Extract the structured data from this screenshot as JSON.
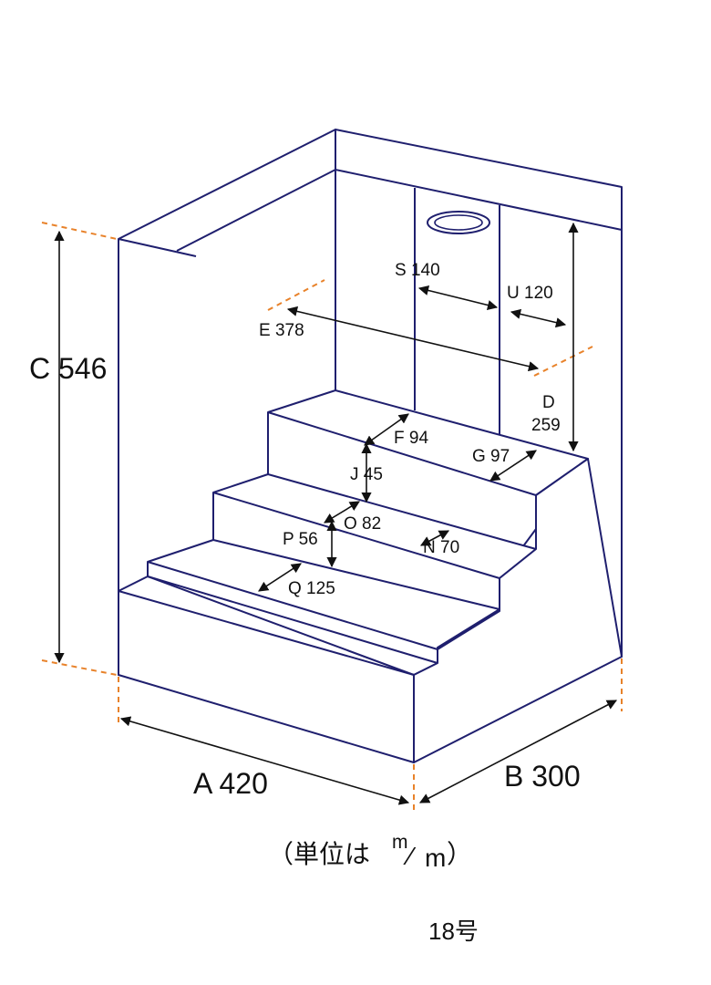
{
  "colors": {
    "outline": "#1f1f6e",
    "extension_lines": "#e8822a",
    "dimension_arrows": "#111111"
  },
  "dimensions": {
    "A": "A 420",
    "B": "B 300",
    "C": "C 546",
    "D_letter": "D",
    "D_value": "259",
    "E": "E 378",
    "S": "S 140",
    "U": "U 120",
    "F": "F 94",
    "G": "G 97",
    "J": "J 45",
    "O": "O 82",
    "P": "P 56",
    "N": "N 70",
    "Q": "Q 125"
  },
  "unit_note": {
    "prefix": "（単位は",
    "numerator": "m",
    "slash": "⁄",
    "denominator": "m",
    "suffix": "）"
  },
  "page_label": "18号"
}
